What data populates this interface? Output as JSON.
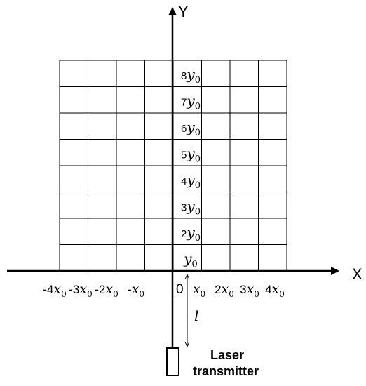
{
  "diagram": {
    "axes": {
      "x_label": "X",
      "y_label": "Y",
      "origin_label": "0"
    },
    "x_ticks": [
      {
        "coef": "-4",
        "var": "x",
        "sub": "0"
      },
      {
        "coef": "-3",
        "var": "x",
        "sub": "0"
      },
      {
        "coef": "-2",
        "var": "x",
        "sub": "0"
      },
      {
        "coef": "-",
        "var": "x",
        "sub": "0"
      },
      {
        "coef": "",
        "var": "x",
        "sub": "0"
      },
      {
        "coef": "2",
        "var": "x",
        "sub": "0"
      },
      {
        "coef": "3",
        "var": "x",
        "sub": "0"
      },
      {
        "coef": "4",
        "var": "x",
        "sub": "0"
      }
    ],
    "y_ticks": [
      {
        "coef": "",
        "var": "y",
        "sub": "0"
      },
      {
        "coef": "2",
        "var": "y",
        "sub": "0"
      },
      {
        "coef": "3",
        "var": "y",
        "sub": "0"
      },
      {
        "coef": "4",
        "var": "y",
        "sub": "0"
      },
      {
        "coef": "5",
        "var": "y",
        "sub": "0"
      },
      {
        "coef": "6",
        "var": "y",
        "sub": "0"
      },
      {
        "coef": "7",
        "var": "y",
        "sub": "0"
      },
      {
        "coef": "8",
        "var": "y",
        "sub": "0"
      }
    ],
    "distance_label": "l",
    "laser_label_line1": "Laser",
    "laser_label_line2": "transmitter"
  }
}
